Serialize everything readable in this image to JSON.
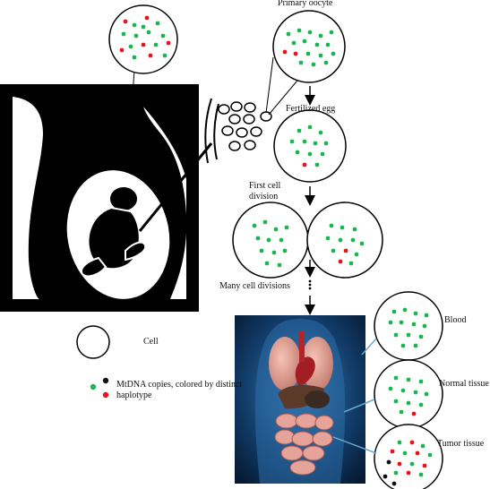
{
  "labels": {
    "primary_oocyte": "Primary oocyte",
    "fertilized_egg": "Fertilized egg",
    "first_cell_division": "First cell division",
    "many_cell_divisions": "Many cell divisions",
    "blood": "Blood",
    "normal_tissue": "Normal tissue",
    "tumor_tissue": "Tumor tissue"
  },
  "legend": {
    "cell": "Cell",
    "mtdna": "MtDNA copies, colored by distinct haplotype"
  },
  "colors": {
    "green_haplotype": "#1db554",
    "red_haplotype": "#e8141b",
    "black_haplotype": "#111111",
    "silhouette": "#000000",
    "arrow": "#000000",
    "pointer": "#6aa6cf"
  },
  "icons": {
    "pregnancy": "pregnant-mother-with-fetus-icon",
    "anatomy": "human-torso-anatomy-icon"
  }
}
